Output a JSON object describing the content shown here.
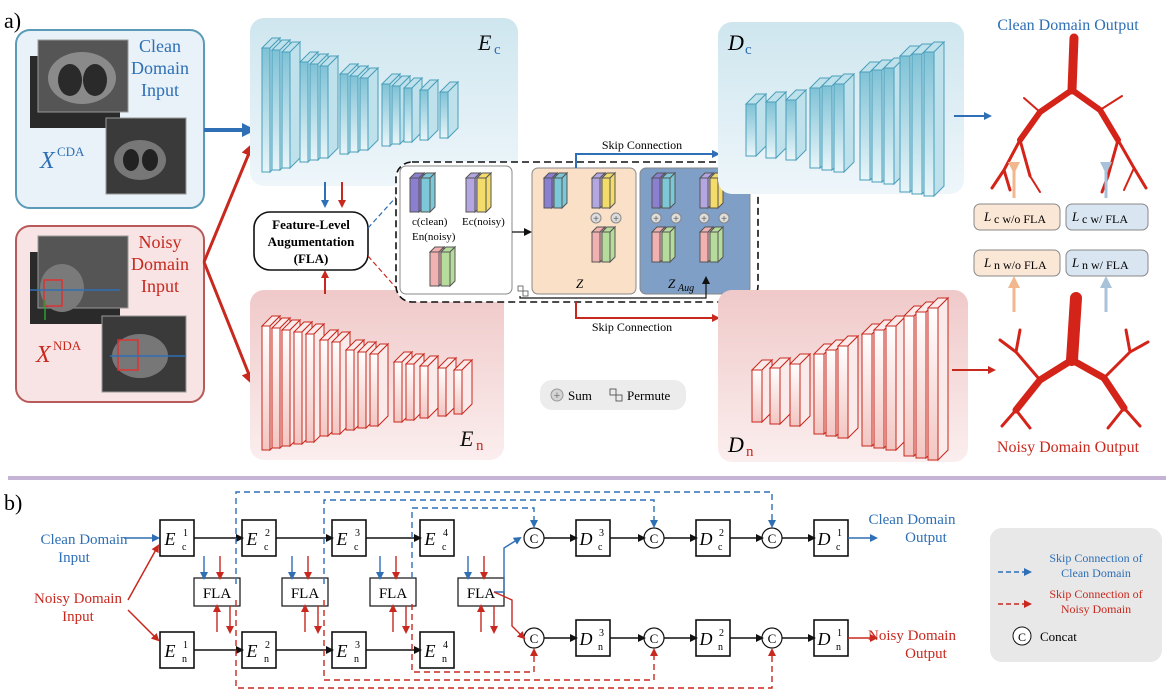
{
  "panel_a": {
    "label": "a)",
    "clean_input": {
      "title_line1": "Clean",
      "title_line2": "Domain",
      "title_line3": "Input",
      "symbol": "X",
      "superscript": "CDA"
    },
    "noisy_input": {
      "title_line1": "Noisy",
      "title_line2": "Domain",
      "title_line3": "Input",
      "symbol": "X",
      "superscript": "NDA"
    },
    "encoder_clean": {
      "symbol": "E",
      "sub": "c"
    },
    "encoder_noisy": {
      "symbol": "E",
      "sub": "n"
    },
    "decoder_clean": {
      "symbol": "D",
      "sub": "c"
    },
    "decoder_noisy": {
      "symbol": "D",
      "sub": "n"
    },
    "fla": {
      "line1": "Feature-Level",
      "line2": "Augumentation",
      "line3": "(FLA)"
    },
    "fla_detail": {
      "label1": "c(clean)",
      "label2": "Ec(noisy)",
      "label3": "En(noisy)",
      "z": "Z",
      "z_aug": "Z",
      "z_aug_sub": "Aug"
    },
    "skip_top": "Skip Connection",
    "skip_bottom": "Skip Connection",
    "legend_sum": "Sum",
    "legend_permute": "Permute",
    "clean_output": "Clean  Domain Output",
    "noisy_output": "Noisy  Domain Output",
    "loss": {
      "lc_wo": "c w/o FLA",
      "lc_w": "c w/ FLA",
      "ln_wo": "n w/o FLA",
      "ln_w": "n w/ FLA",
      "symbol": "L"
    },
    "colors": {
      "clean": "#2e6fb5",
      "noisy": "#c8281e",
      "clean_bg": "#dcecf4",
      "noisy_bg": "#f6dede",
      "cube_clean": "#8cc9da",
      "cube_noisy": "#d8352a"
    }
  },
  "panel_b": {
    "label": "b)",
    "clean_input_line1": "Clean  Domain",
    "clean_input_line2": "Input",
    "noisy_input_line1": "Noisy  Domain",
    "noisy_input_line2": "Input",
    "clean_output_line1": "Clean  Domain",
    "clean_output_line2": "Output",
    "noisy_output_line1": "Noisy  Domain",
    "noisy_output_line2": "Output",
    "enc_clean": [
      {
        "sym": "E",
        "sub": "c",
        "sup": "1"
      },
      {
        "sym": "E",
        "sub": "c",
        "sup": "2"
      },
      {
        "sym": "E",
        "sub": "c",
        "sup": "3"
      },
      {
        "sym": "E",
        "sub": "c",
        "sup": "4"
      }
    ],
    "enc_noisy": [
      {
        "sym": "E",
        "sub": "n",
        "sup": "1"
      },
      {
        "sym": "E",
        "sub": "n",
        "sup": "2"
      },
      {
        "sym": "E",
        "sub": "n",
        "sup": "3"
      },
      {
        "sym": "E",
        "sub": "n",
        "sup": "4"
      }
    ],
    "dec_clean": [
      {
        "sym": "D",
        "sub": "c",
        "sup": "3"
      },
      {
        "sym": "D",
        "sub": "c",
        "sup": "2"
      },
      {
        "sym": "D",
        "sub": "c",
        "sup": "1"
      }
    ],
    "dec_noisy": [
      {
        "sym": "D",
        "sub": "n",
        "sup": "3"
      },
      {
        "sym": "D",
        "sub": "n",
        "sup": "2"
      },
      {
        "sym": "D",
        "sub": "n",
        "sup": "1"
      }
    ],
    "fla_label": "FLA",
    "concat_symbol": "C",
    "legend": {
      "clean_skip_line1": "Skip Connection of",
      "clean_skip_line2": "Clean Domain",
      "noisy_skip_line1": "Skip Connection of",
      "noisy_skip_line2": "Noisy Domain",
      "concat": "Concat",
      "concat_symbol": "C"
    }
  }
}
